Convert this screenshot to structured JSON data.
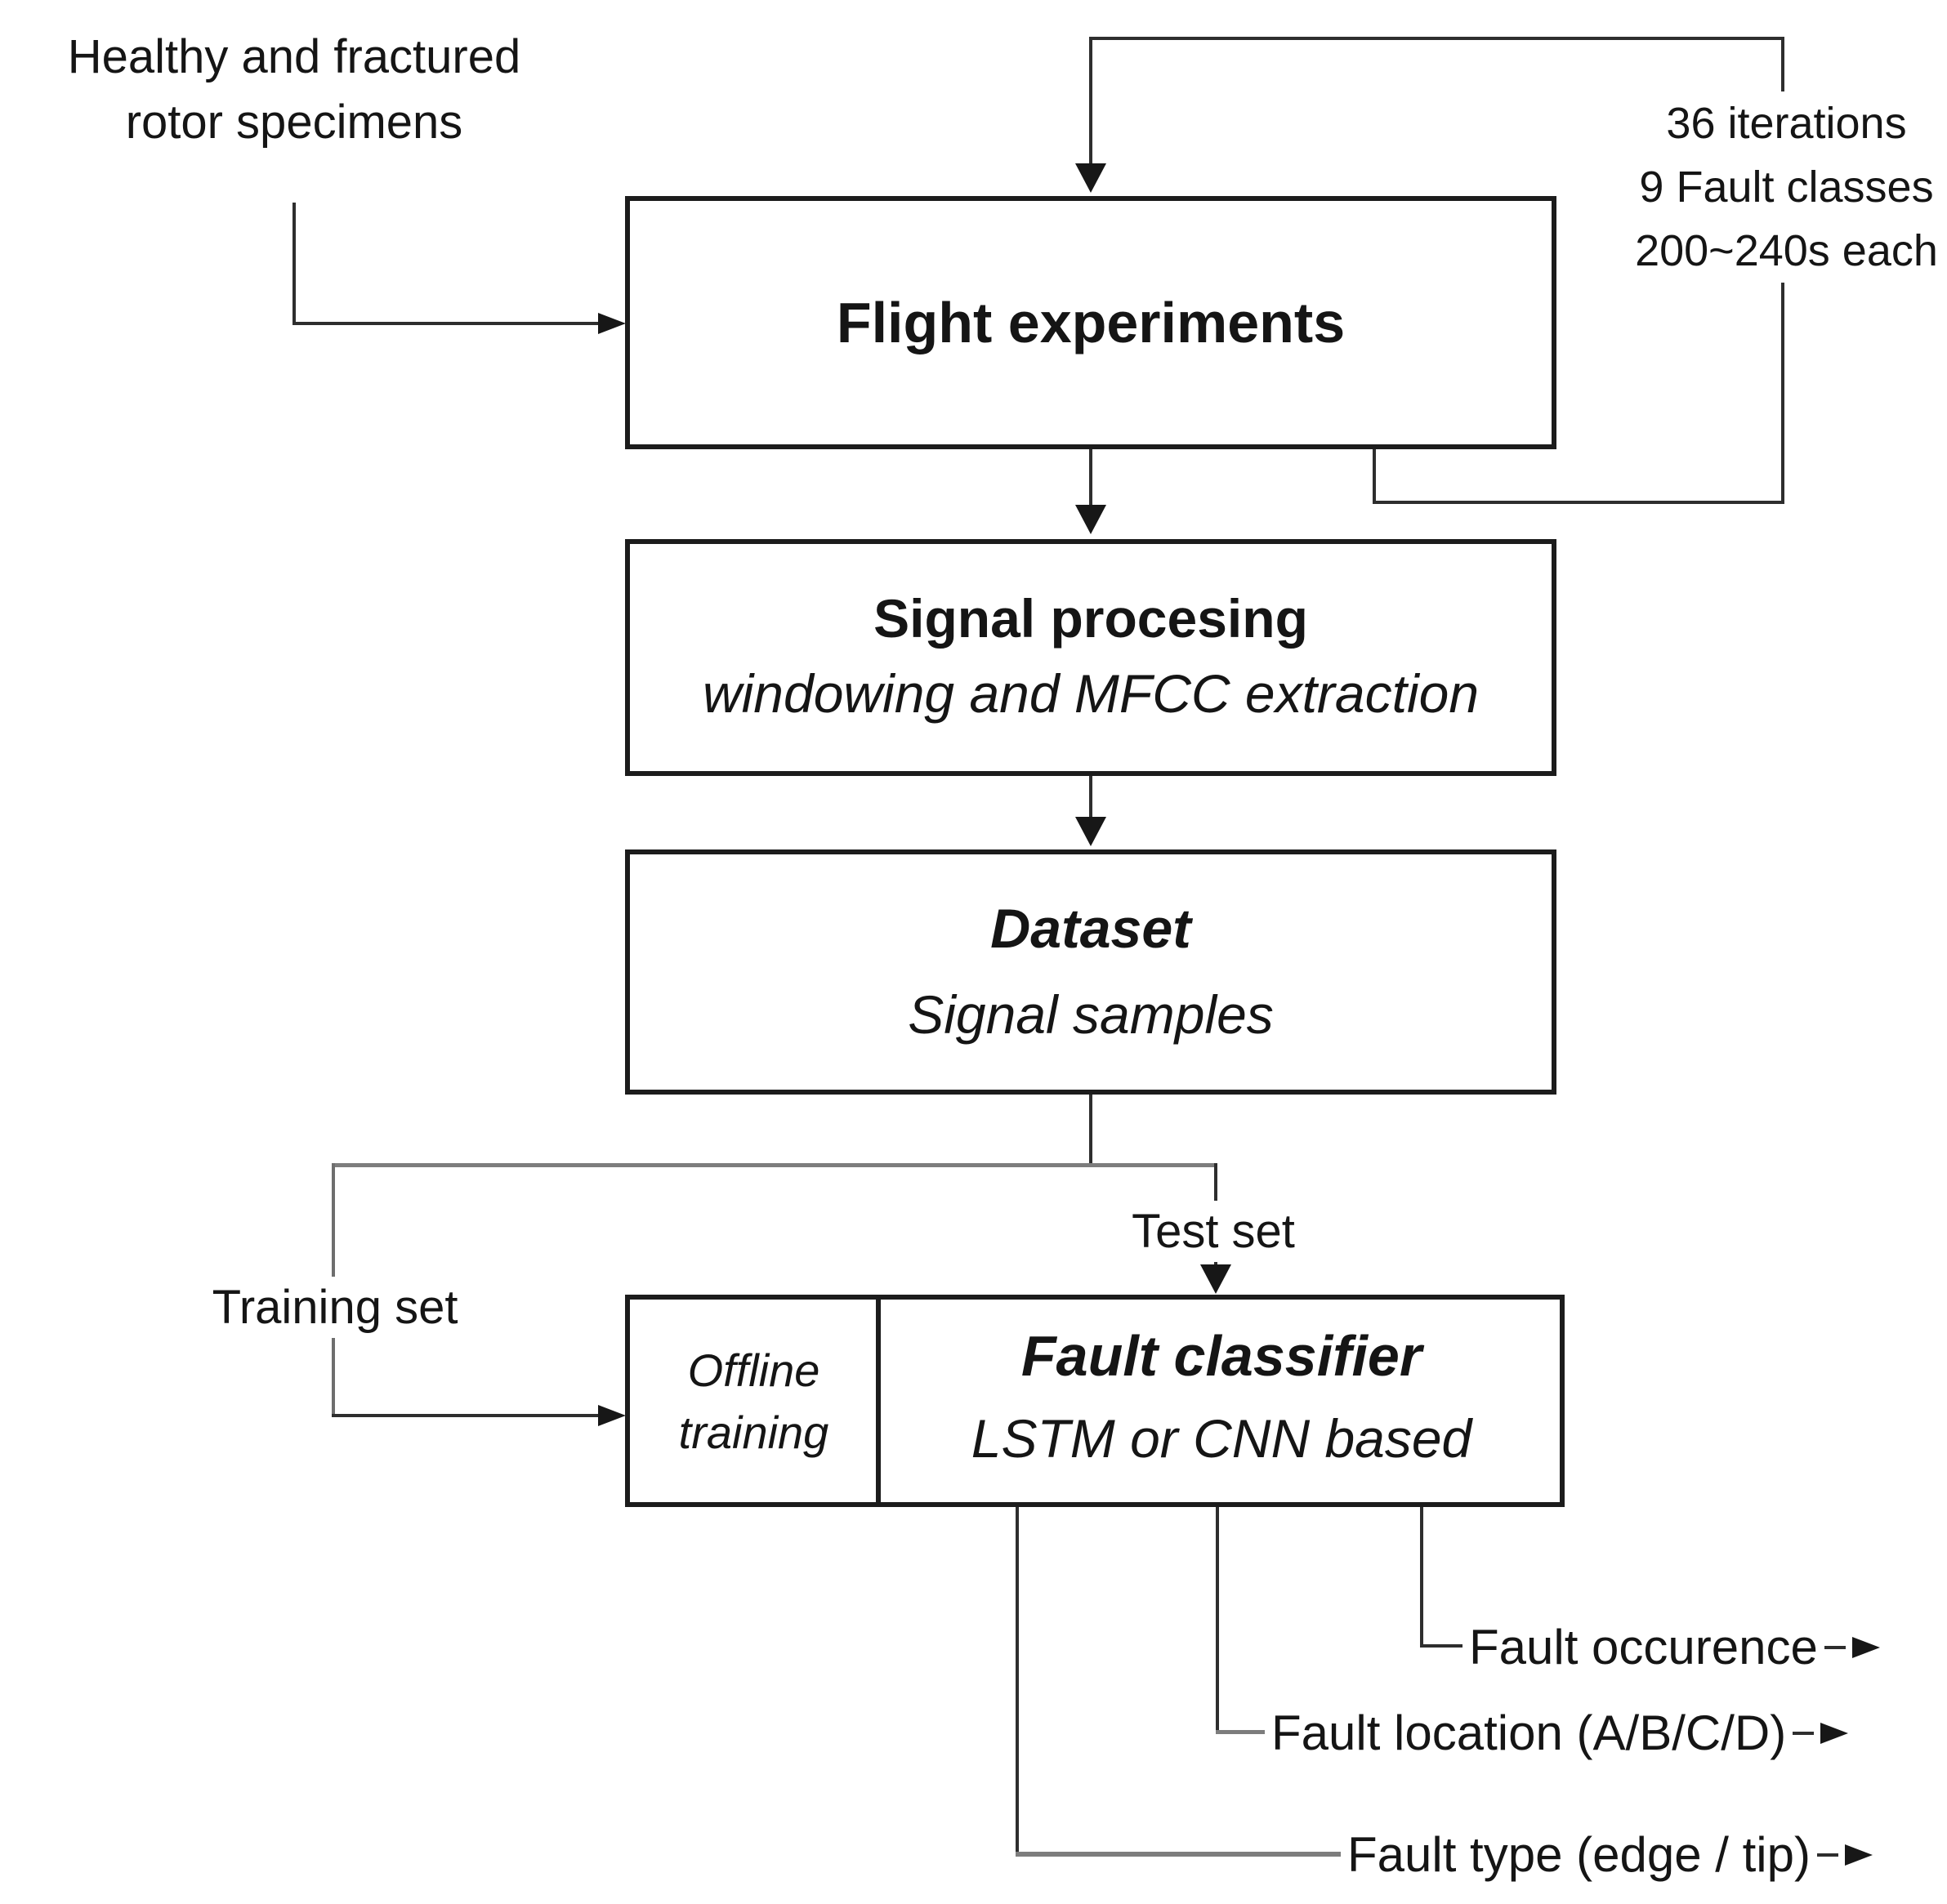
{
  "source": {
    "line1": "Healthy and fractured",
    "line2": "rotor specimens"
  },
  "note": {
    "line1": "36 iterations",
    "line2": "9 Fault classes",
    "line3": "200~240s each"
  },
  "flight": {
    "title": "Flight experiments"
  },
  "signal": {
    "title": "Signal procesing",
    "subtitle": "windowing and MFCC extraction"
  },
  "dataset": {
    "title": "Dataset",
    "subtitle": "Signal samples"
  },
  "offline": {
    "line1": "Offline",
    "line2": "training"
  },
  "classifier": {
    "title": "Fault classifier",
    "subtitle": "LSTM or CNN based"
  },
  "edges": {
    "training": "Training set",
    "test": "Test set"
  },
  "outputs": [
    {
      "label": "Fault occurence"
    },
    {
      "label": "Fault location (A/B/C/D)"
    },
    {
      "label": "Fault type (edge / tip)"
    }
  ],
  "colors": {
    "line_dark": "#2e2e2e",
    "line_gray": "#7d7d7d",
    "border": "#1c1c1c",
    "text": "#151515",
    "background": "#ffffff"
  }
}
